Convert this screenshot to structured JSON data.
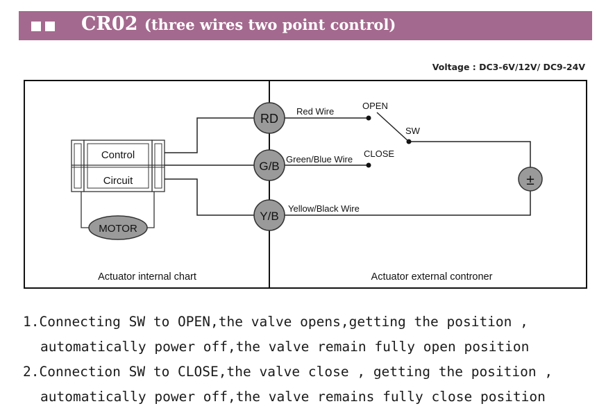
{
  "banner": {
    "title": "CR02",
    "subtitle": "(three wires two point control)",
    "accent_color": "#a4698e"
  },
  "voltage": "Voltage : DC3-6V/12V/ DC9-24V",
  "diagram": {
    "internal_panel_label": "Actuator internal chart",
    "external_panel_label": "Actuator external controner",
    "control_label": "Control",
    "circuit_label": "Circuit",
    "motor_label": "MOTOR",
    "terminals": [
      "RD",
      "G/B",
      "Y/B"
    ],
    "wires": [
      "Red Wire",
      "Green/Blue Wire",
      "Yellow/Black Wire"
    ],
    "open_label": "OPEN",
    "close_label": "CLOSE",
    "switch_label": "SW",
    "power_symbol": "±"
  },
  "instructions": [
    {
      "line1": "1.Connecting SW to OPEN,the valve opens,getting the position ,",
      "line2": "automatically power off,the valve remain fully open position"
    },
    {
      "line1": "2.Connection SW to CLOSE,the valve close , getting the position ,",
      "line2": "automatically power off,the valve remains fully close position"
    }
  ]
}
